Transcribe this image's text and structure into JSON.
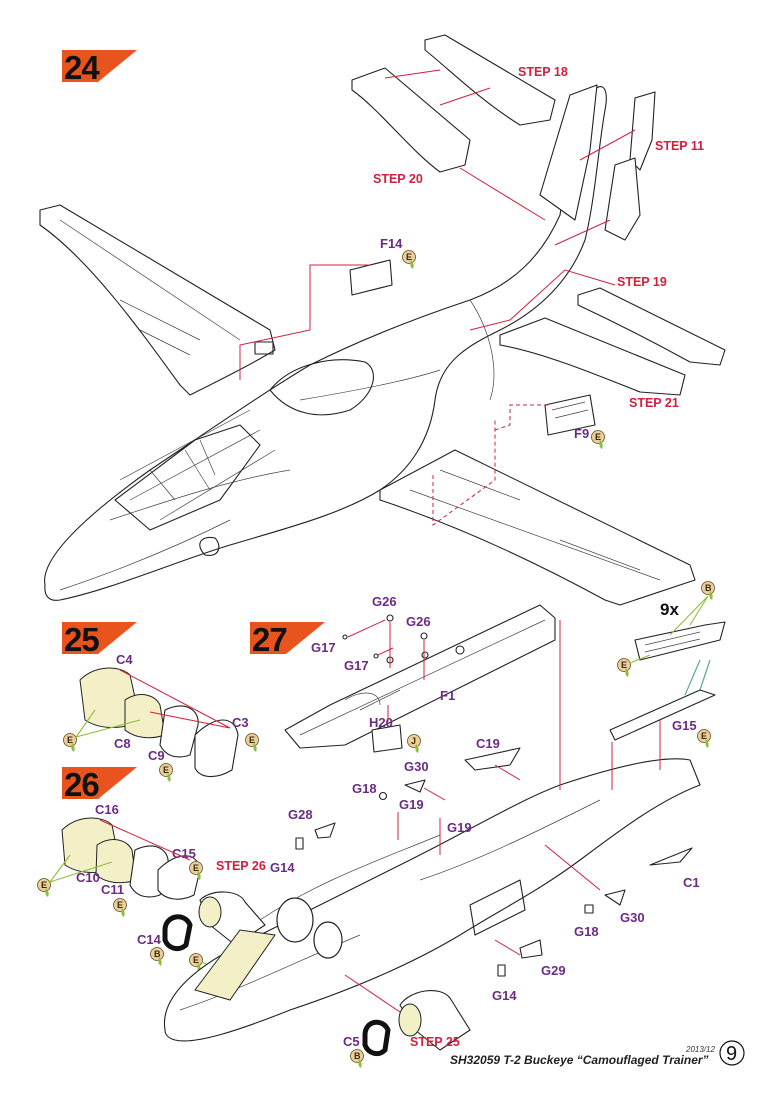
{
  "steps": [
    {
      "number": "24"
    },
    {
      "number": "25"
    },
    {
      "number": "26"
    },
    {
      "number": "27"
    }
  ],
  "step_refs": {
    "s18": "STEP 18",
    "s20": "STEP 20",
    "s11": "STEP 11",
    "s19": "STEP 19",
    "s21": "STEP 21",
    "s26": "STEP 26",
    "s25": "STEP 25"
  },
  "parts": {
    "F14": "F14",
    "F9": "F9",
    "C4": "C4",
    "C3": "C3",
    "C8": "C8",
    "C9": "C9",
    "C16": "C16",
    "C15": "C15",
    "C10": "C10",
    "C11": "C11",
    "C14": "C14",
    "C5": "C5",
    "G26a": "G26",
    "G26b": "G26",
    "G17a": "G17",
    "G17b": "G17",
    "F1": "F1",
    "H20": "H20",
    "G30a": "G30",
    "G18a": "G18",
    "G19a": "G19",
    "G19b": "G19",
    "G28": "G28",
    "G14a": "G14",
    "C19": "C19",
    "G15": "G15",
    "C1": "C1",
    "G30b": "G30",
    "G18b": "G18",
    "G29": "G29",
    "G14b": "G14"
  },
  "multiplier": "9x",
  "badges": {
    "E": "E",
    "B": "B",
    "J": "J"
  },
  "colors": {
    "accent_orange": "#e8531e",
    "step_ref_red": "#d0203d",
    "part_purple": "#6b2c84",
    "glue_green": "#8dbf3a"
  },
  "footer": {
    "date": "2013/12",
    "title": "SH32059 T-2 Buckeye “Camouflaged Trainer”",
    "page": "9"
  }
}
